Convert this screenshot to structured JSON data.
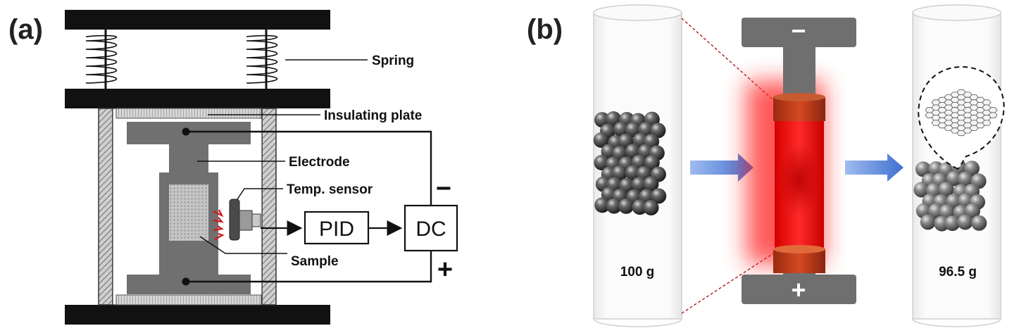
{
  "panels": {
    "a": {
      "label": "(a)",
      "labels": {
        "spring": "Spring",
        "insulating_plate": "Insulating plate",
        "electrode": "Electrode",
        "temp_sensor": "Temp. sensor",
        "sample": "Sample"
      },
      "boxes": {
        "pid": "PID",
        "dc": "DC"
      },
      "signs": {
        "minus": "−",
        "plus": "+"
      }
    },
    "b": {
      "label": "(b)",
      "electrode_signs": {
        "top": "−",
        "bottom": "+"
      },
      "mass_before": "100 g",
      "mass_after": "96.5 g"
    }
  },
  "colors": {
    "frame": "#111111",
    "electrode_gray": "#6f6f6f",
    "glow_red": "#ff1a1a",
    "arrow_blue": "#4f7fd6"
  }
}
